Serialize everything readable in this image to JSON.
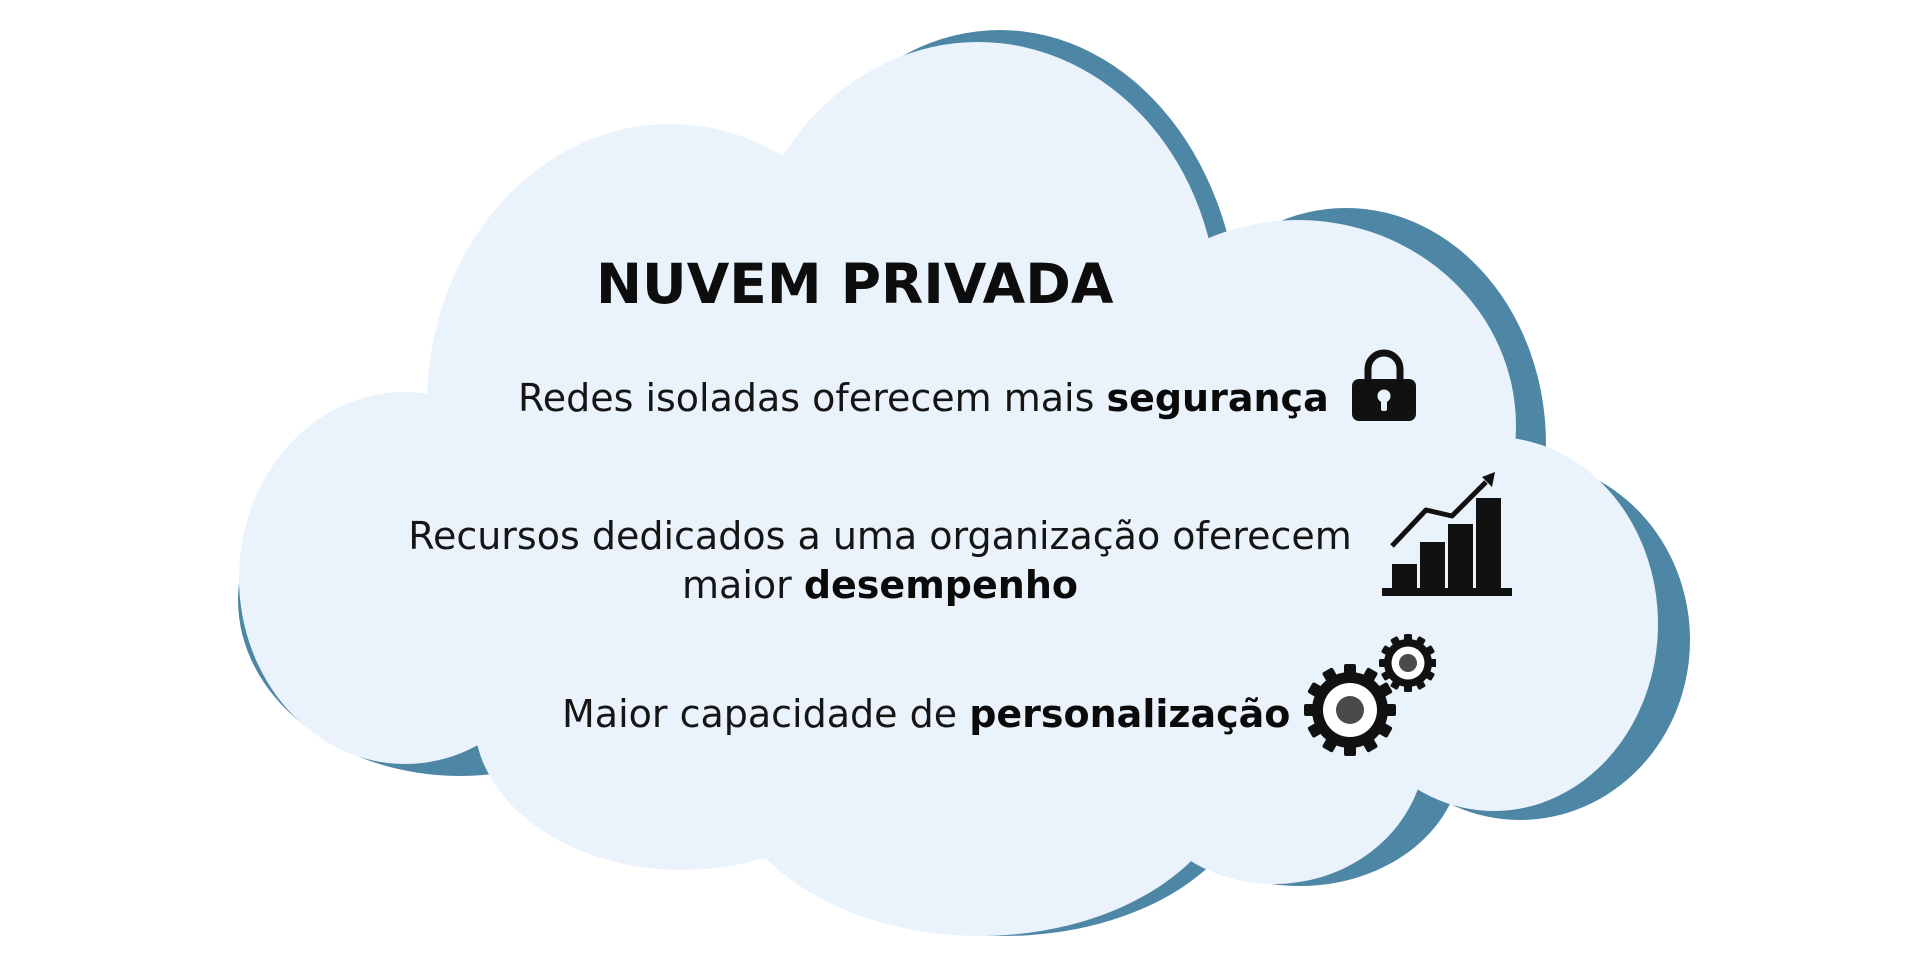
{
  "title": "NUVEM PRIVADA",
  "colors": {
    "cloud_fill": "#eaf3fc",
    "cloud_shadow": "#4e86a6",
    "text": "#111111",
    "icon": "#111111"
  },
  "items": [
    {
      "text": "Redes isoladas oferecem mais ",
      "bold": "segurança",
      "icon": "lock-icon"
    },
    {
      "line1": "Recursos dedicados a uma organização oferecem",
      "line2_prefix": "maior ",
      "bold": "desempenho",
      "icon": "bar-chart-growth-icon"
    },
    {
      "text": "Maior capacidade de ",
      "bold": "personalização",
      "icon": "gears-icon"
    }
  ]
}
